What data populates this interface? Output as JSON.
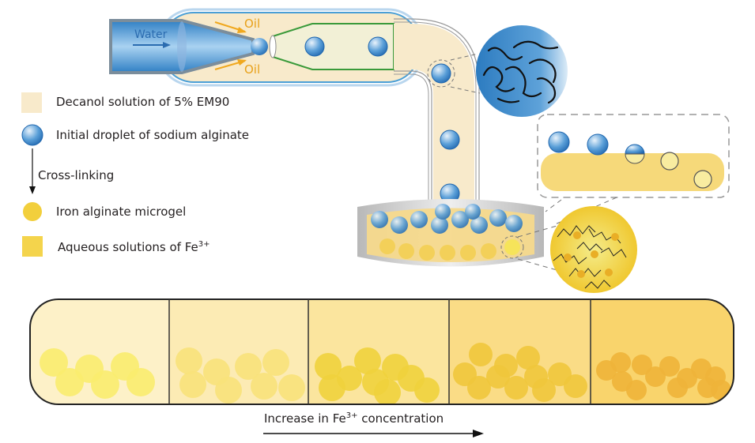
{
  "device": {
    "water_label": "Water",
    "oil_top_label": "Oil",
    "oil_bottom_label": "Oil"
  },
  "legend": {
    "items": [
      {
        "icon": "decanol-swatch-icon",
        "label": "Decanol solution of 5% EM90",
        "color": "#f8eacb"
      },
      {
        "icon": "sodium-alginate-droplet-icon",
        "label": "Initial droplet of sodium alginate",
        "color": "#2f7fc4"
      },
      {
        "icon": "iron-alginate-microgel-icon",
        "label": "Iron alginate microgel",
        "color": "#f2cf3c"
      },
      {
        "icon": "fe3-solution-swatch-icon",
        "label_main": "Aqueous solutions of Fe",
        "label_sup": "3+",
        "color": "#f4d44c"
      }
    ],
    "arrow_label": "Cross-linking"
  },
  "bottom": {
    "axis_main": "Increase in Fe",
    "axis_sup": "3+",
    "axis_tail": " concentration",
    "panel_colors": [
      "#fdf1c8",
      "#fcebb4",
      "#fbe59e",
      "#fadc86",
      "#f9d46c"
    ],
    "bead_colors": [
      "#f9ec6e",
      "#f8e27a",
      "#f0d13c",
      "#f0c73c",
      "#eeb43a"
    ]
  },
  "colors": {
    "oil": "#f8eacb",
    "water_blue": "#2f7fc4",
    "fe_yellow": "#f6d86a",
    "oil_arrow": "#f0a81e"
  }
}
